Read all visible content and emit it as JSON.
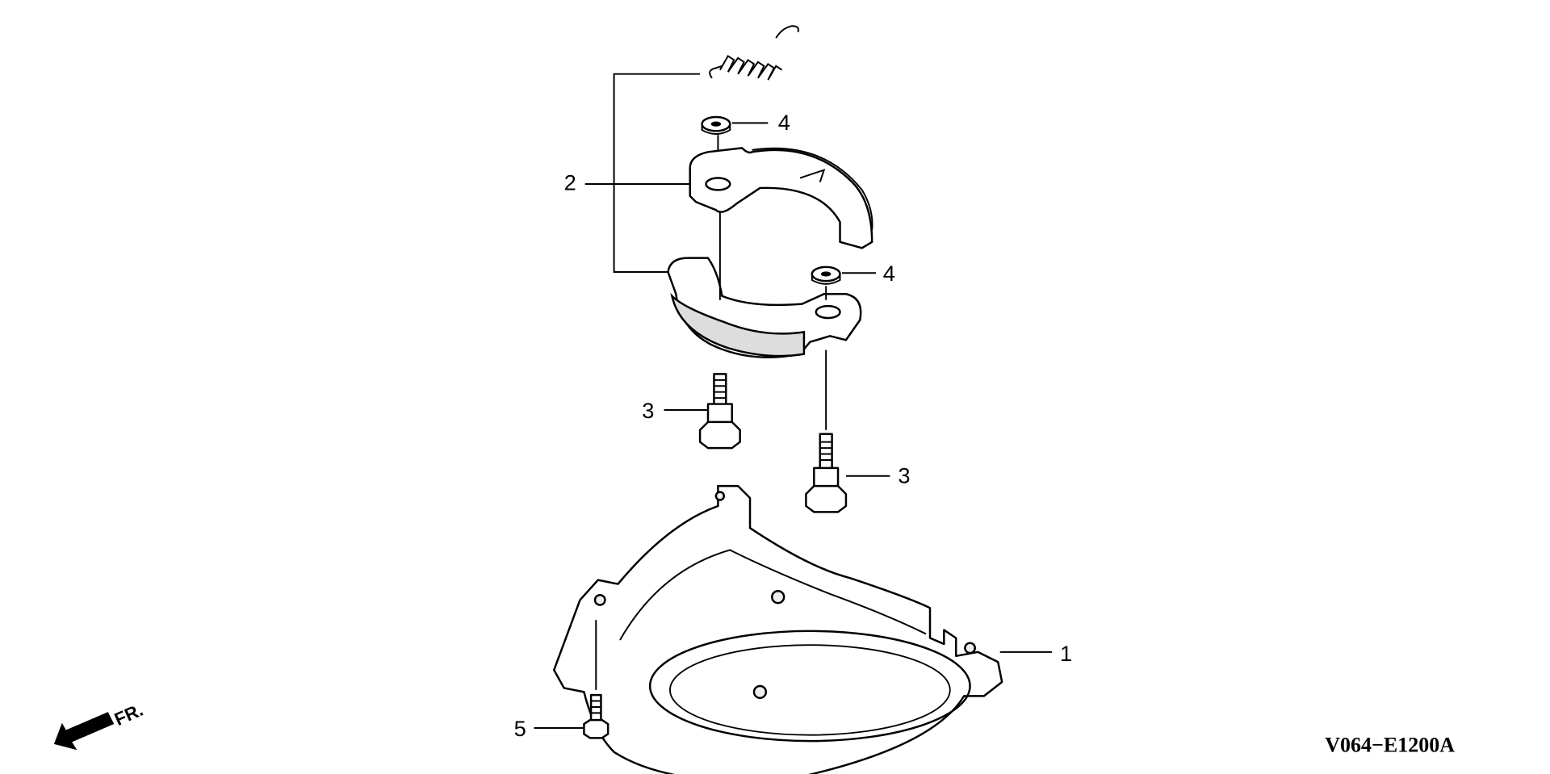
{
  "diagram": {
    "callouts": [
      {
        "id": "1",
        "text": "1"
      },
      {
        "id": "2",
        "text": "2"
      },
      {
        "id": "3a",
        "text": "3"
      },
      {
        "id": "3b",
        "text": "3"
      },
      {
        "id": "4a",
        "text": "4"
      },
      {
        "id": "4b",
        "text": "4"
      },
      {
        "id": "5",
        "text": "5"
      }
    ],
    "direction_label": "FR.",
    "diagram_code": "V064−E1200A"
  }
}
